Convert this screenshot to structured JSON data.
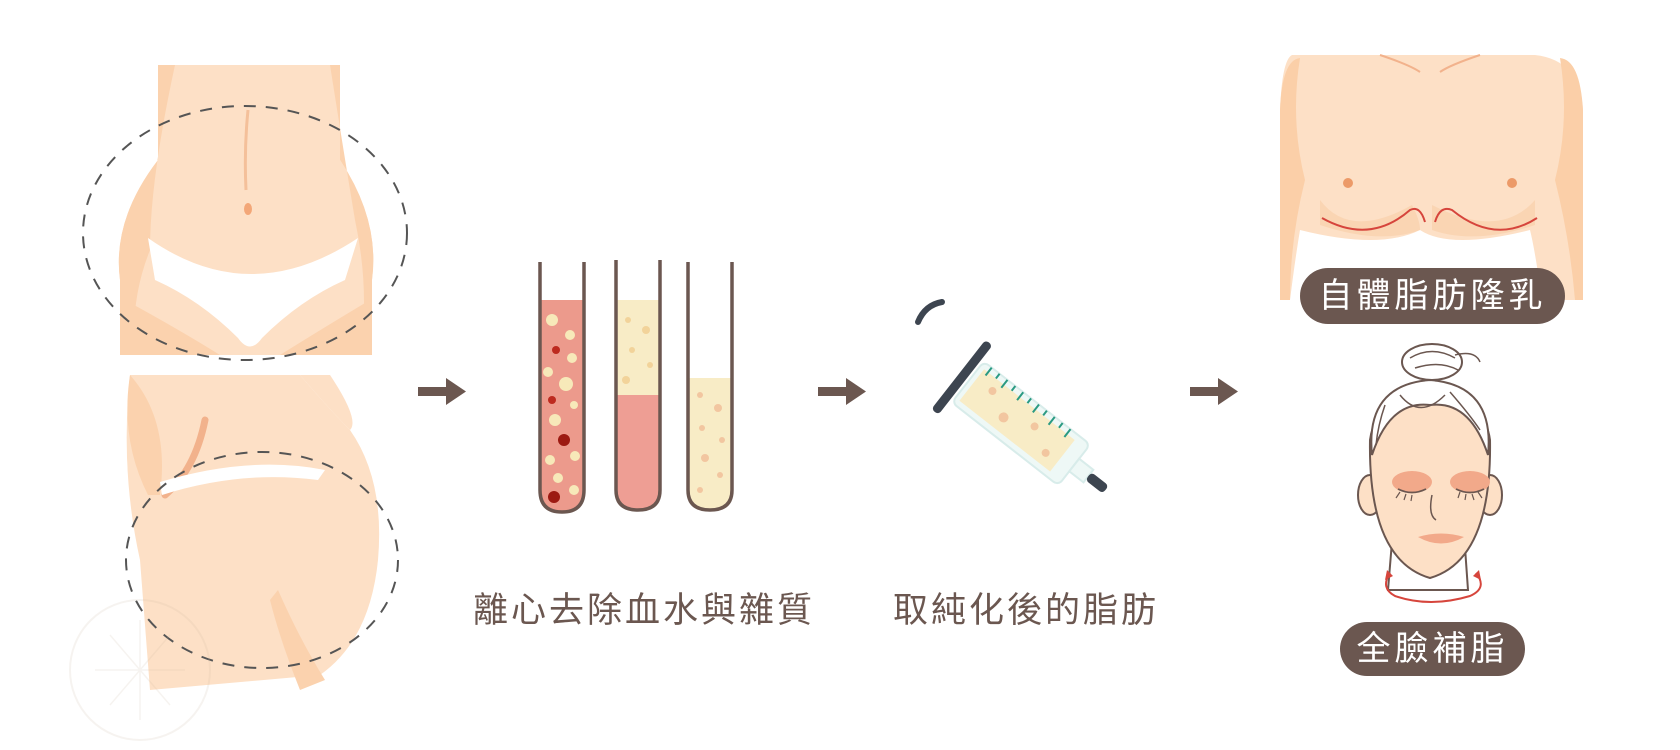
{
  "captions": {
    "centrifuge": "離心去除血水與雜質",
    "purified": "取純化後的脂肪"
  },
  "badges": {
    "breast": "自體脂肪隆乳",
    "face": "全臉補脂"
  },
  "colors": {
    "skin": "#fde0c6",
    "skin_shadow": "#f9c9a0",
    "brown": "#6b5750",
    "blood": "#ec9a8c",
    "fat": "#f8ecc6",
    "accent_red": "#d6453c"
  },
  "icons": [
    "arrow-right-icon",
    "test-tube-icon",
    "syringe-icon",
    "needle-cap-icon"
  ]
}
